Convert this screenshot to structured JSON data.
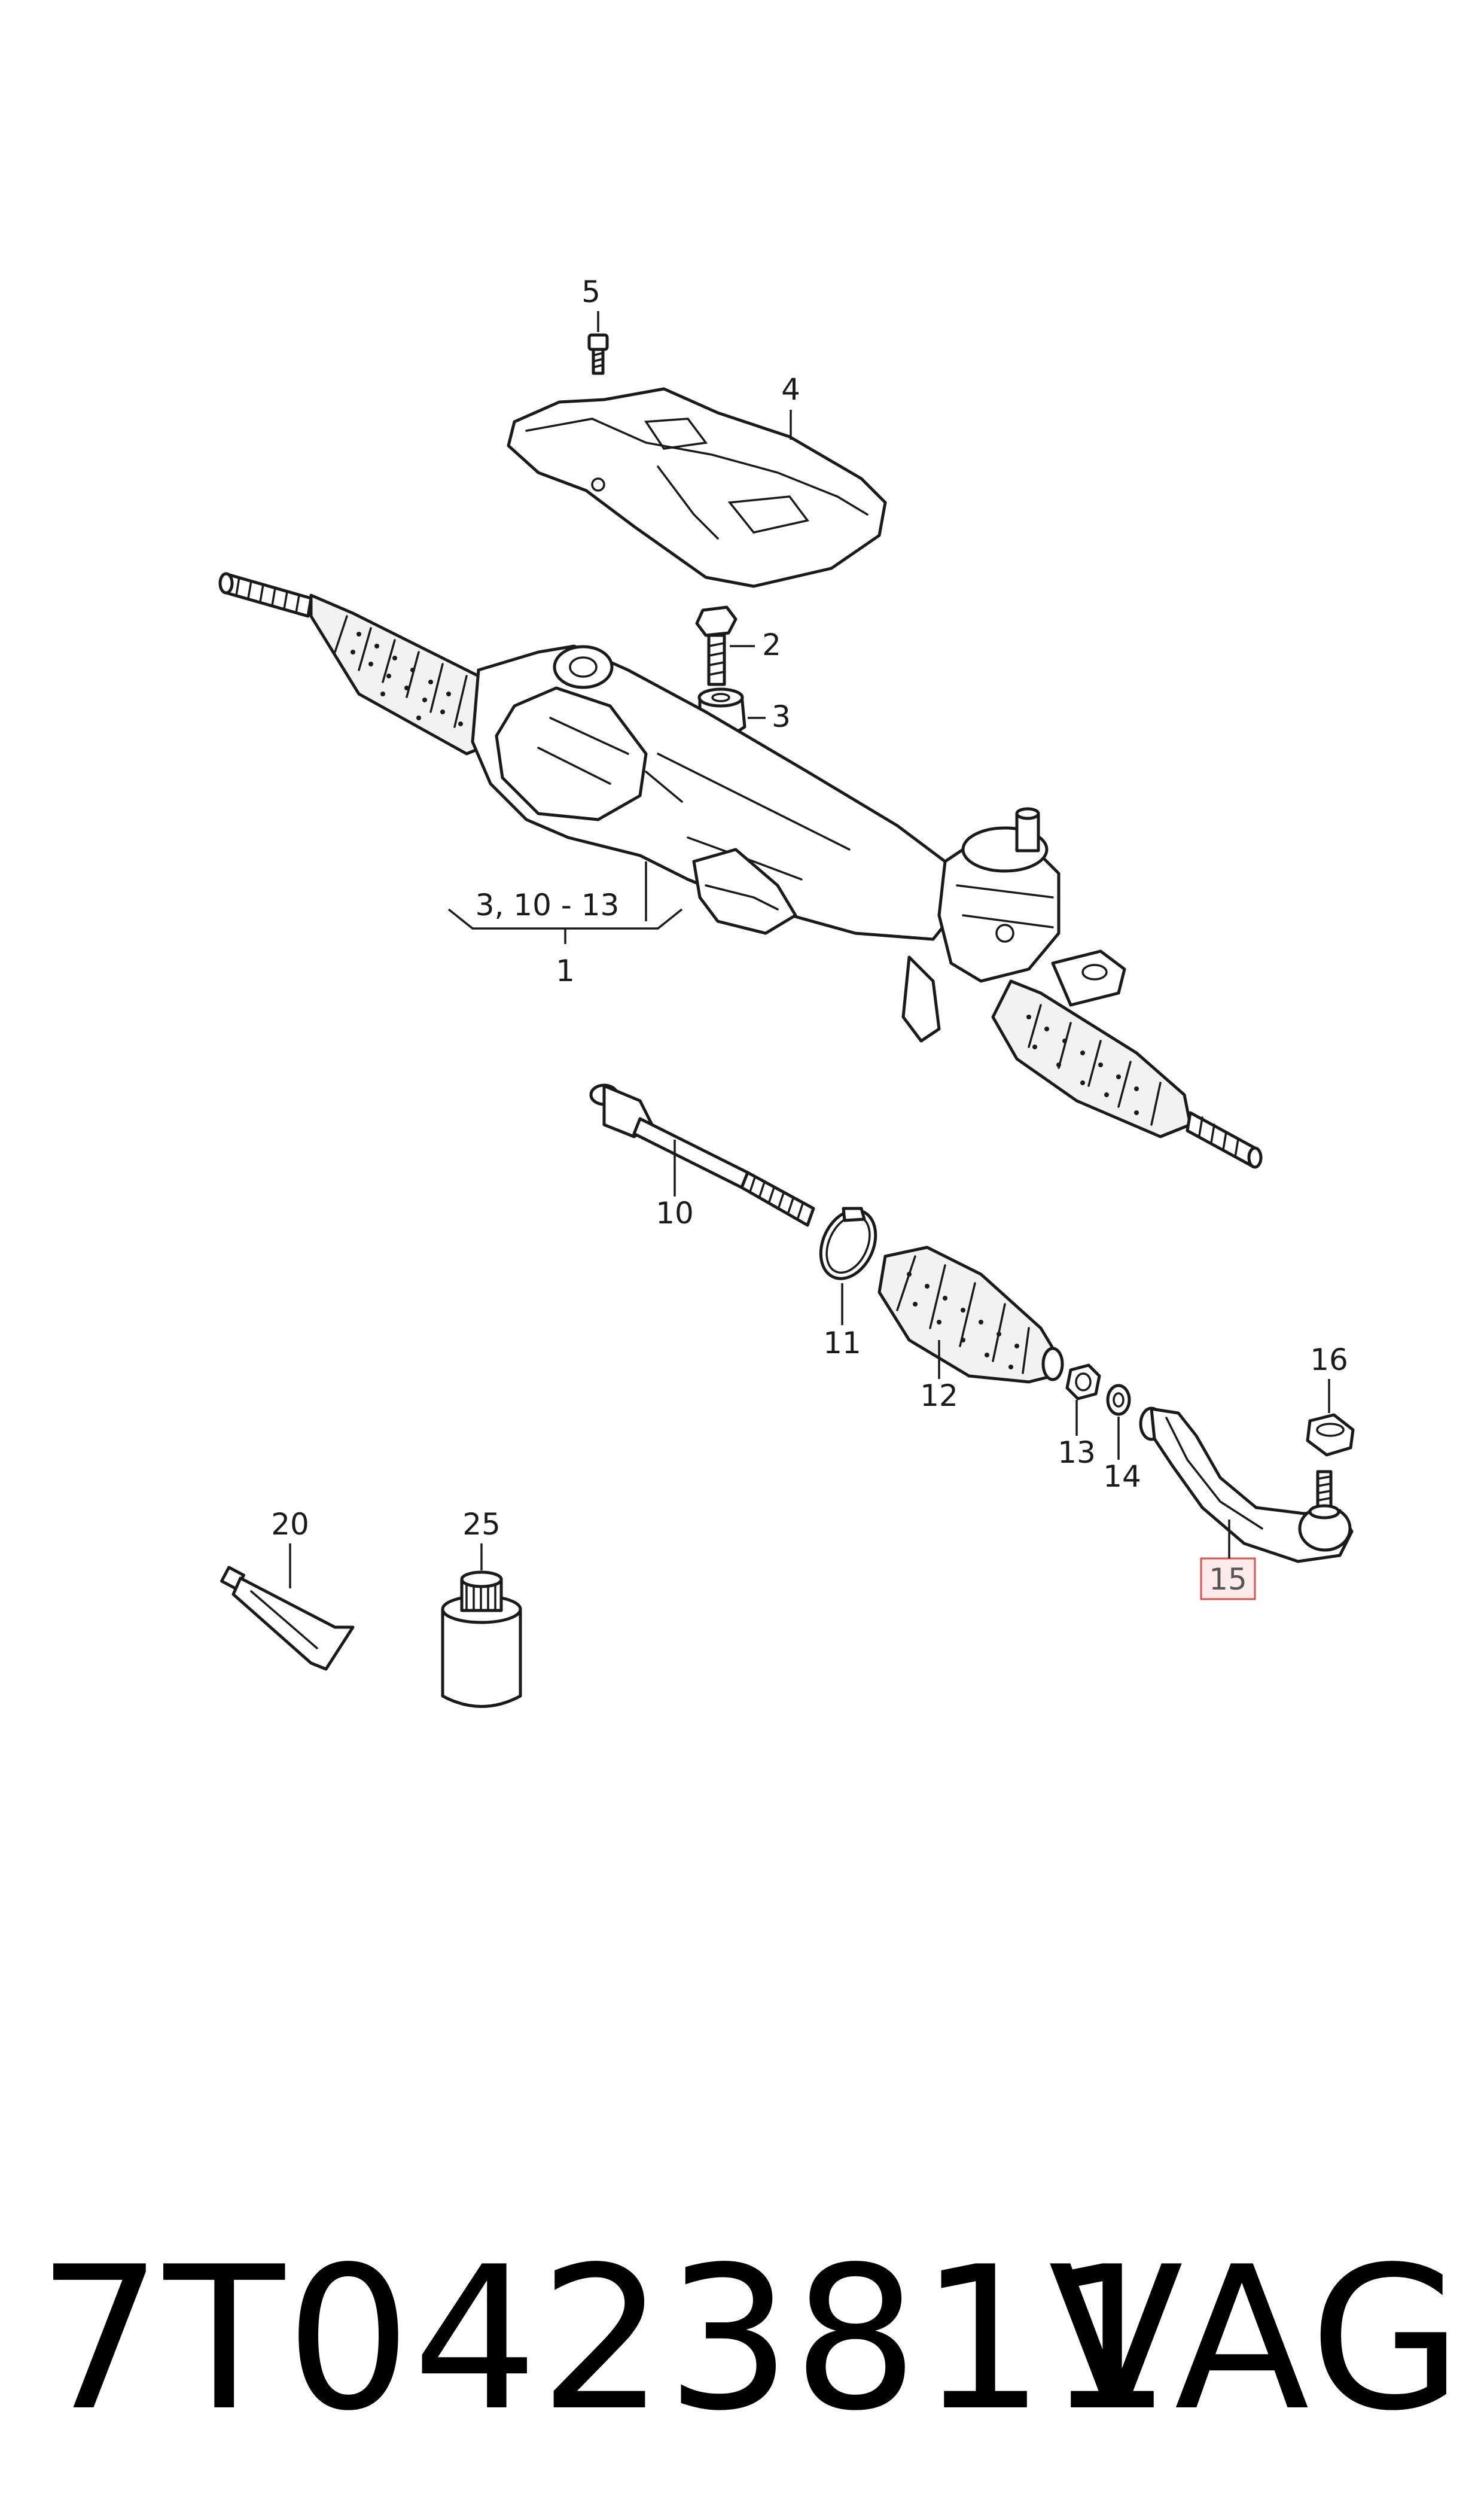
{
  "callouts": {
    "c5": "5",
    "c4": "4",
    "c2": "2",
    "c3": "3",
    "c_range": "3, 10 - 13",
    "c1": "1",
    "c10": "10",
    "c11": "11",
    "c12": "12",
    "c13": "13",
    "c14": "14",
    "c15": "15",
    "c16": "16",
    "c20": "20",
    "c25": "25"
  },
  "highlighted_callout": "15",
  "footer": {
    "part_number": "7T0423811",
    "brand": "VAG"
  },
  "colors": {
    "line": "#1a1a1a",
    "highlight_fill": "#fdeaea",
    "highlight_border": "#d9534f"
  }
}
